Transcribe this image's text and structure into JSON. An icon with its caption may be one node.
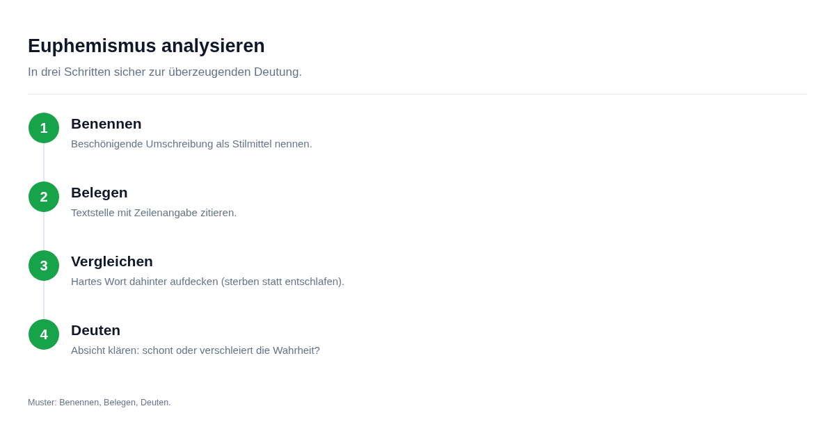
{
  "diagram": {
    "title": "Euphemismus analysieren",
    "caption": "Muster: Benennen, Belegen, Deuten.",
    "nodes": [
      {
        "text": [
          "1"
        ],
        "beside": [
          "Benennen",
          "Beschönigende Umschreibung als Stilmittel nennen."
        ]
      },
      {
        "text": [
          "2"
        ],
        "beside": [
          "Belegen",
          "Textstelle mit Zeilenangabe zitieren."
        ]
      },
      {
        "text": [
          "3"
        ],
        "beside": [
          "Vergleichen",
          "Hartes Wort dahinter aufdecken (sterben statt entschlafen)."
        ]
      },
      {
        "text": [
          "4"
        ],
        "beside": [
          "Deuten",
          "Absicht klären: schont oder verschleiert die Wahrheit?"
        ]
      }
    ],
    "edges": [
      {
        "from": 0,
        "to": 1,
        "arrow": "none"
      },
      {
        "from": 1,
        "to": 2,
        "arrow": "none"
      },
      {
        "from": 2,
        "to": 3,
        "arrow": "none"
      }
    ],
    "labels": [
      "In drei Schritten sicher zur überzeugenden Deutung."
    ]
  }
}
